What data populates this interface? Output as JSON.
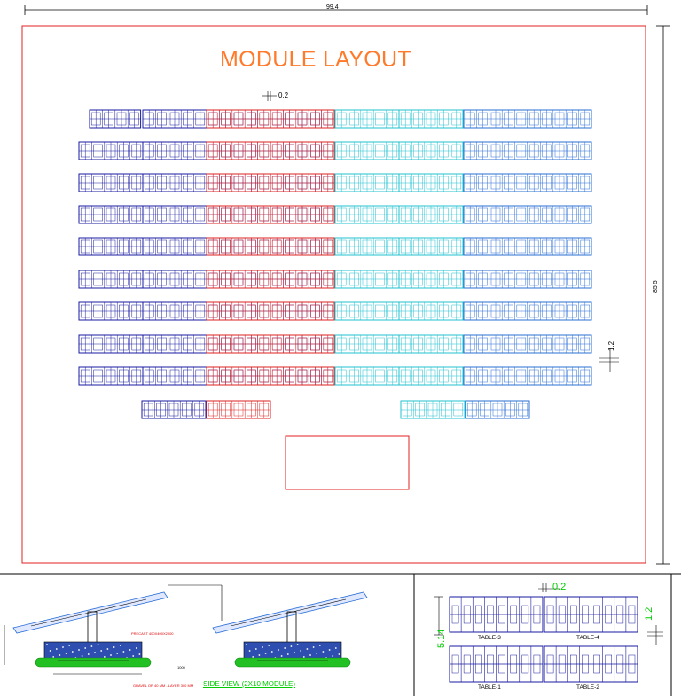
{
  "layout": {
    "title": "MODULE LAYOUT",
    "width_dimension": "99.4",
    "height_dimension": "85.5",
    "module_gap": "0.2",
    "row_gap": "1.2",
    "colors": {
      "title": "#ff7a2a",
      "border": "#e02020",
      "group_navy": "#1a1aa0",
      "group_red": "#dd2222",
      "group_cyan": "#22c0d0",
      "group_blue": "#2a6fd6",
      "dimension": "#000000",
      "green_text": "#00cc00"
    }
  },
  "side_view": {
    "title": "SIDE VIEW (2X10 MODULE)",
    "notes": [
      "PRECAST 400X400X2000",
      "GRAVEL OR 40 MM - LAYER 300 MM",
      "1000"
    ]
  },
  "tables": {
    "module_gap": "0.2",
    "row_gap": "1.2",
    "table_height": "5.14",
    "names": [
      "TABLE-3",
      "TABLE-4",
      "TABLE-1",
      "TABLE-2"
    ]
  }
}
